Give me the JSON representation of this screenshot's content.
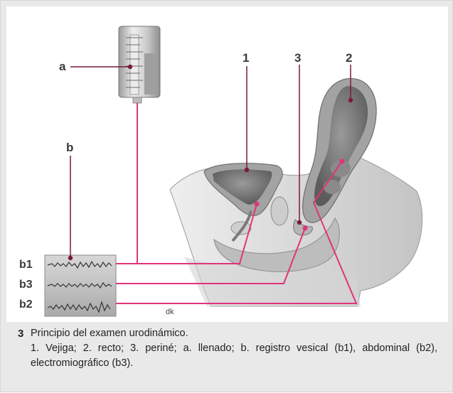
{
  "labels": {
    "num1": "1",
    "num2": "2",
    "num3": "3",
    "a": "a",
    "b": "b",
    "b1": "b1",
    "b3": "b3",
    "b2": "b2",
    "credit": "dk"
  },
  "caption": {
    "number": "3",
    "title": "Principio del examen urodinámico.",
    "body": "1. Vejiga; 2. recto; 3. periné; a. llenado; b. registro vesical (b1), abdominal (b2), electromiográfico (b3)."
  },
  "colors": {
    "tube": "#e0347a",
    "frame": "#e9e9ea"
  }
}
